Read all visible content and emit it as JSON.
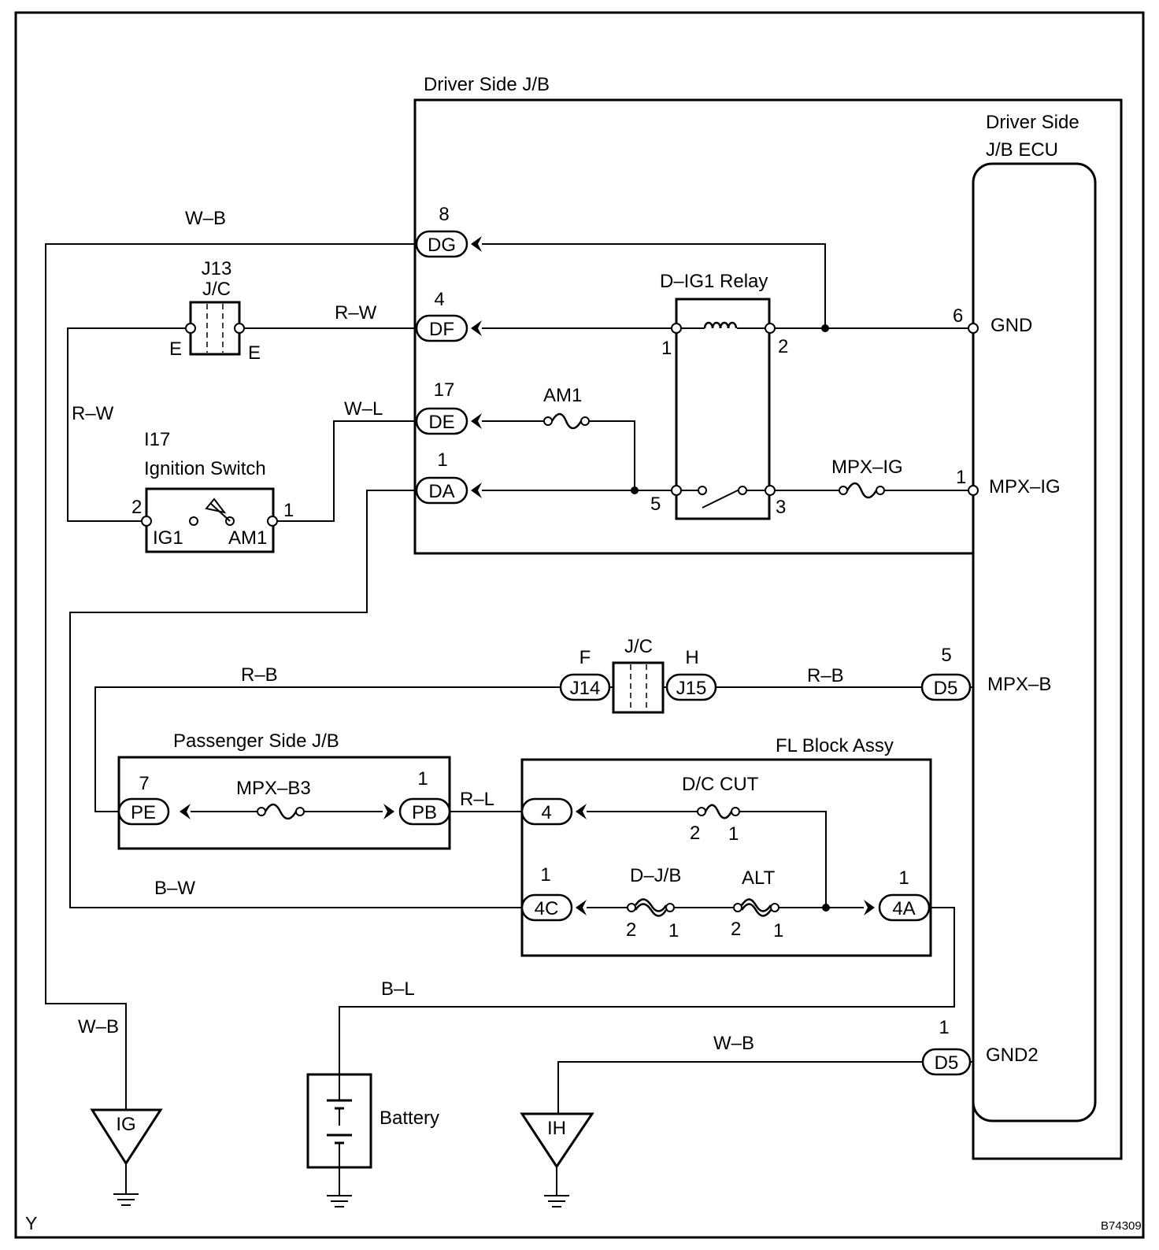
{
  "diagram": {
    "blocks": {
      "driver_jb": "Driver Side J/B",
      "ecu_line1": "Driver Side",
      "ecu_line2": "J/B ECU",
      "relay": "D–IG1 Relay",
      "passenger_jb": "Passenger Side J/B",
      "fl_block": "FL Block Assy",
      "ignition_code": "I17",
      "ignition_name": "Ignition Switch",
      "jc_top_code": "J13",
      "jc_top_name": "J/C",
      "jc_mid_name": "J/C",
      "battery": "Battery"
    },
    "wires": {
      "wb_top": "W–B",
      "rw_top": "R–W",
      "rw_left": "R–W",
      "wl": "W–L",
      "rb_left": "R–B",
      "rb_right": "R–B",
      "rl": "R–L",
      "bw": "B–W",
      "bl": "B–L",
      "wb_ground_left": "W–B",
      "wb_ground_right": "W–B"
    },
    "connectors": {
      "dg": {
        "label": "DG",
        "pin": "8"
      },
      "df": {
        "label": "DF",
        "pin": "4"
      },
      "de": {
        "label": "DE",
        "pin": "17"
      },
      "da": {
        "label": "DA",
        "pin": "1"
      },
      "j14": {
        "label": "J14",
        "pin": "F"
      },
      "j15": {
        "label": "J15",
        "pin": "H"
      },
      "d5_top": {
        "label": "D5",
        "pin": "5"
      },
      "d5_bottom": {
        "label": "D5",
        "pin": "1"
      },
      "pe": {
        "label": "PE",
        "pin": "7"
      },
      "pb": {
        "label": "PB",
        "pin": "1"
      },
      "fl4": {
        "label": "4",
        "pin": ""
      },
      "fl4c": {
        "label": "4C",
        "pin": "1"
      },
      "fl4a": {
        "label": "4A",
        "pin": "1"
      }
    },
    "fuses": {
      "am1": "AM1",
      "mpx_ig": "MPX–IG",
      "mpx_b3": "MPX–B3",
      "dc_cut": "D/C CUT",
      "d_jb": "D–J/B",
      "alt": "ALT"
    },
    "ecu_pins": {
      "gnd": {
        "label": "GND",
        "pin": "6"
      },
      "mpx_ig": {
        "label": "MPX–IG",
        "pin": "1"
      },
      "mpx_b": {
        "label": "MPX–B"
      },
      "gnd2": {
        "label": "GND2"
      }
    },
    "relay_pins": {
      "p1": "1",
      "p2": "2",
      "p3": "3",
      "p5": "5"
    },
    "ignition_pins": {
      "pin_ig1": "2",
      "pin_am1": "1",
      "label_ig1": "IG1",
      "label_am1": "AM1"
    },
    "jc_terminals": {
      "left": "E",
      "right": "E"
    },
    "fuse_pins": {
      "dc_cut_a": "2",
      "dc_cut_b": "1",
      "djb_a": "2",
      "djb_b": "1",
      "alt_a": "2",
      "alt_b": "1"
    },
    "grounds": {
      "ig": "IG",
      "ih": "IH"
    },
    "corner_left": "Y",
    "figure_id": "B74309"
  }
}
